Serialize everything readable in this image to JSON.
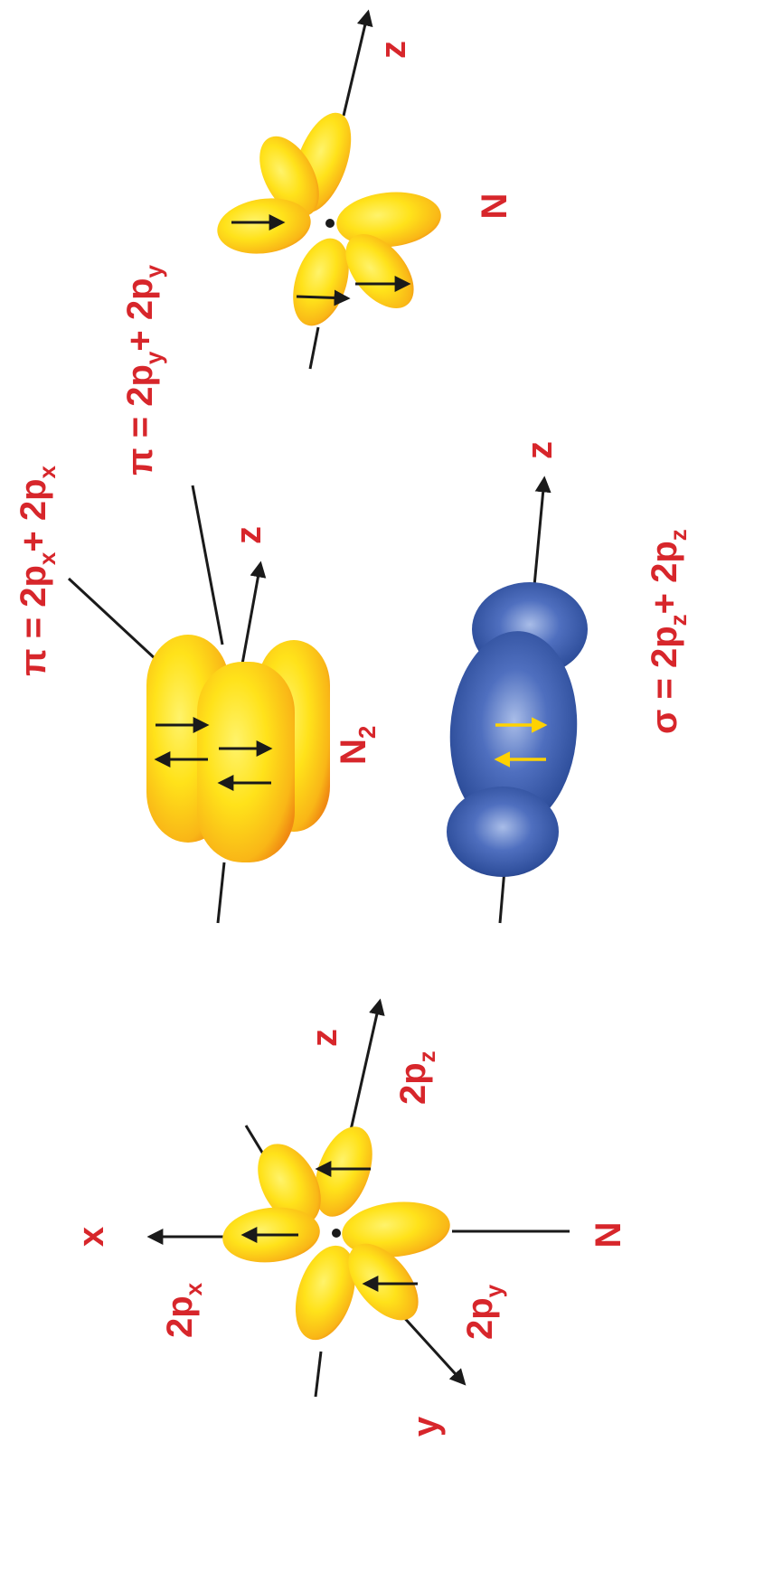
{
  "labels": {
    "n_top": "N",
    "z_top": "z",
    "pi_y": {
      "lead": "π = 2p",
      "s1": "y",
      "mid": "+ 2p",
      "s2": "y"
    },
    "pi_x": {
      "lead": "π = 2p",
      "s1": "x",
      "mid": "+ 2p",
      "s2": "x"
    },
    "z_n2": "z",
    "n2": {
      "main": "N",
      "sub": "2"
    },
    "z_sigma": "z",
    "sigma": {
      "lead": "σ = 2p",
      "s1": "z",
      "mid": "+ 2p",
      "s2": "z"
    },
    "z_bottom": "z",
    "p_z": {
      "main": "2p",
      "sub": "z"
    },
    "x_axis": "x",
    "p_x": {
      "main": "2p",
      "sub": "x"
    },
    "n_bottom": "N",
    "p_y": {
      "main": "2p",
      "sub": "y"
    },
    "y_axis": "y"
  },
  "colors": {
    "label": "#d7262b",
    "lobe_yellow": "#ffe21a",
    "lobe_orange": "#f08a12",
    "sigma_blue": "#2f4f9c",
    "sigma_light": "#a9bde8",
    "arrow_dark": "#1a1a1a",
    "arrow_yellow": "#ffd200"
  }
}
